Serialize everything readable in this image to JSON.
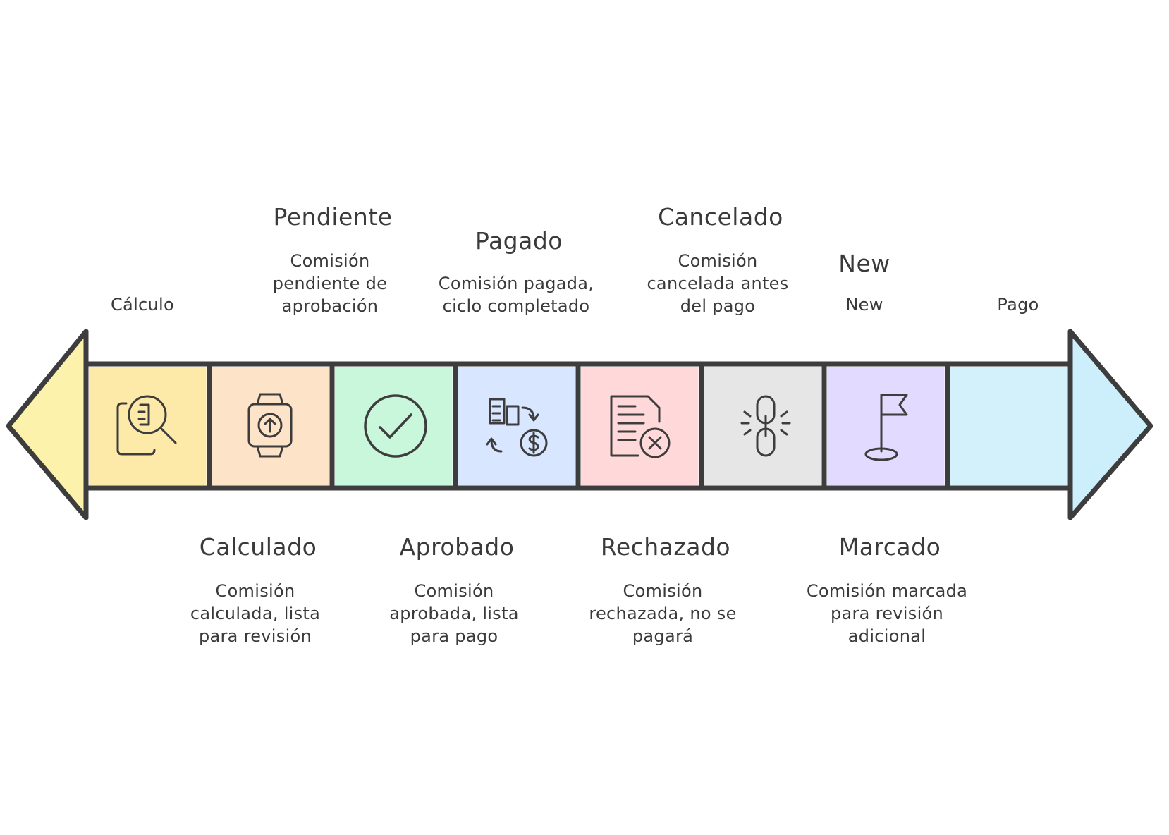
{
  "end_labels": {
    "left": "Cálculo",
    "right": "Pago"
  },
  "stages": [
    {
      "title": "Calculado",
      "description": "Comisión\ncalculada, lista\npara revisión",
      "icon": "document-search-icon",
      "color": "#fdeaa8"
    },
    {
      "title": "Pendiente",
      "description": "Comisión\npendiente de\naprobación",
      "icon": "upload-watch-icon",
      "color": "#fde3c8"
    },
    {
      "title": "Aprobado",
      "description": "Comisión\naprobada, lista\npara pago",
      "icon": "check-circle-icon",
      "color": "#c8f7dc"
    },
    {
      "title": "Pagado",
      "description": "Comisión pagada,\nciclo completado",
      "icon": "payment-exchange-icon",
      "color": "#d9e6ff"
    },
    {
      "title": "Rechazado",
      "description": "Comisión\nrechazada, no se\npagará",
      "icon": "document-reject-icon",
      "color": "#ffd9d9"
    },
    {
      "title": "Cancelado",
      "description": "Comisión\ncancelada antes\ndel pago",
      "icon": "broken-link-icon",
      "color": "#e6e6e6"
    },
    {
      "title": "Marcado",
      "description": "Comisión marcada\npara revisión\nadicional",
      "icon": "flag-icon",
      "color": "#e2dbff"
    },
    {
      "title": "New",
      "description": "New",
      "icon": "",
      "color": "#d3f1fb"
    }
  ],
  "arrow_colors": {
    "left": "#fdf1a8",
    "right": "#c9eefb"
  }
}
